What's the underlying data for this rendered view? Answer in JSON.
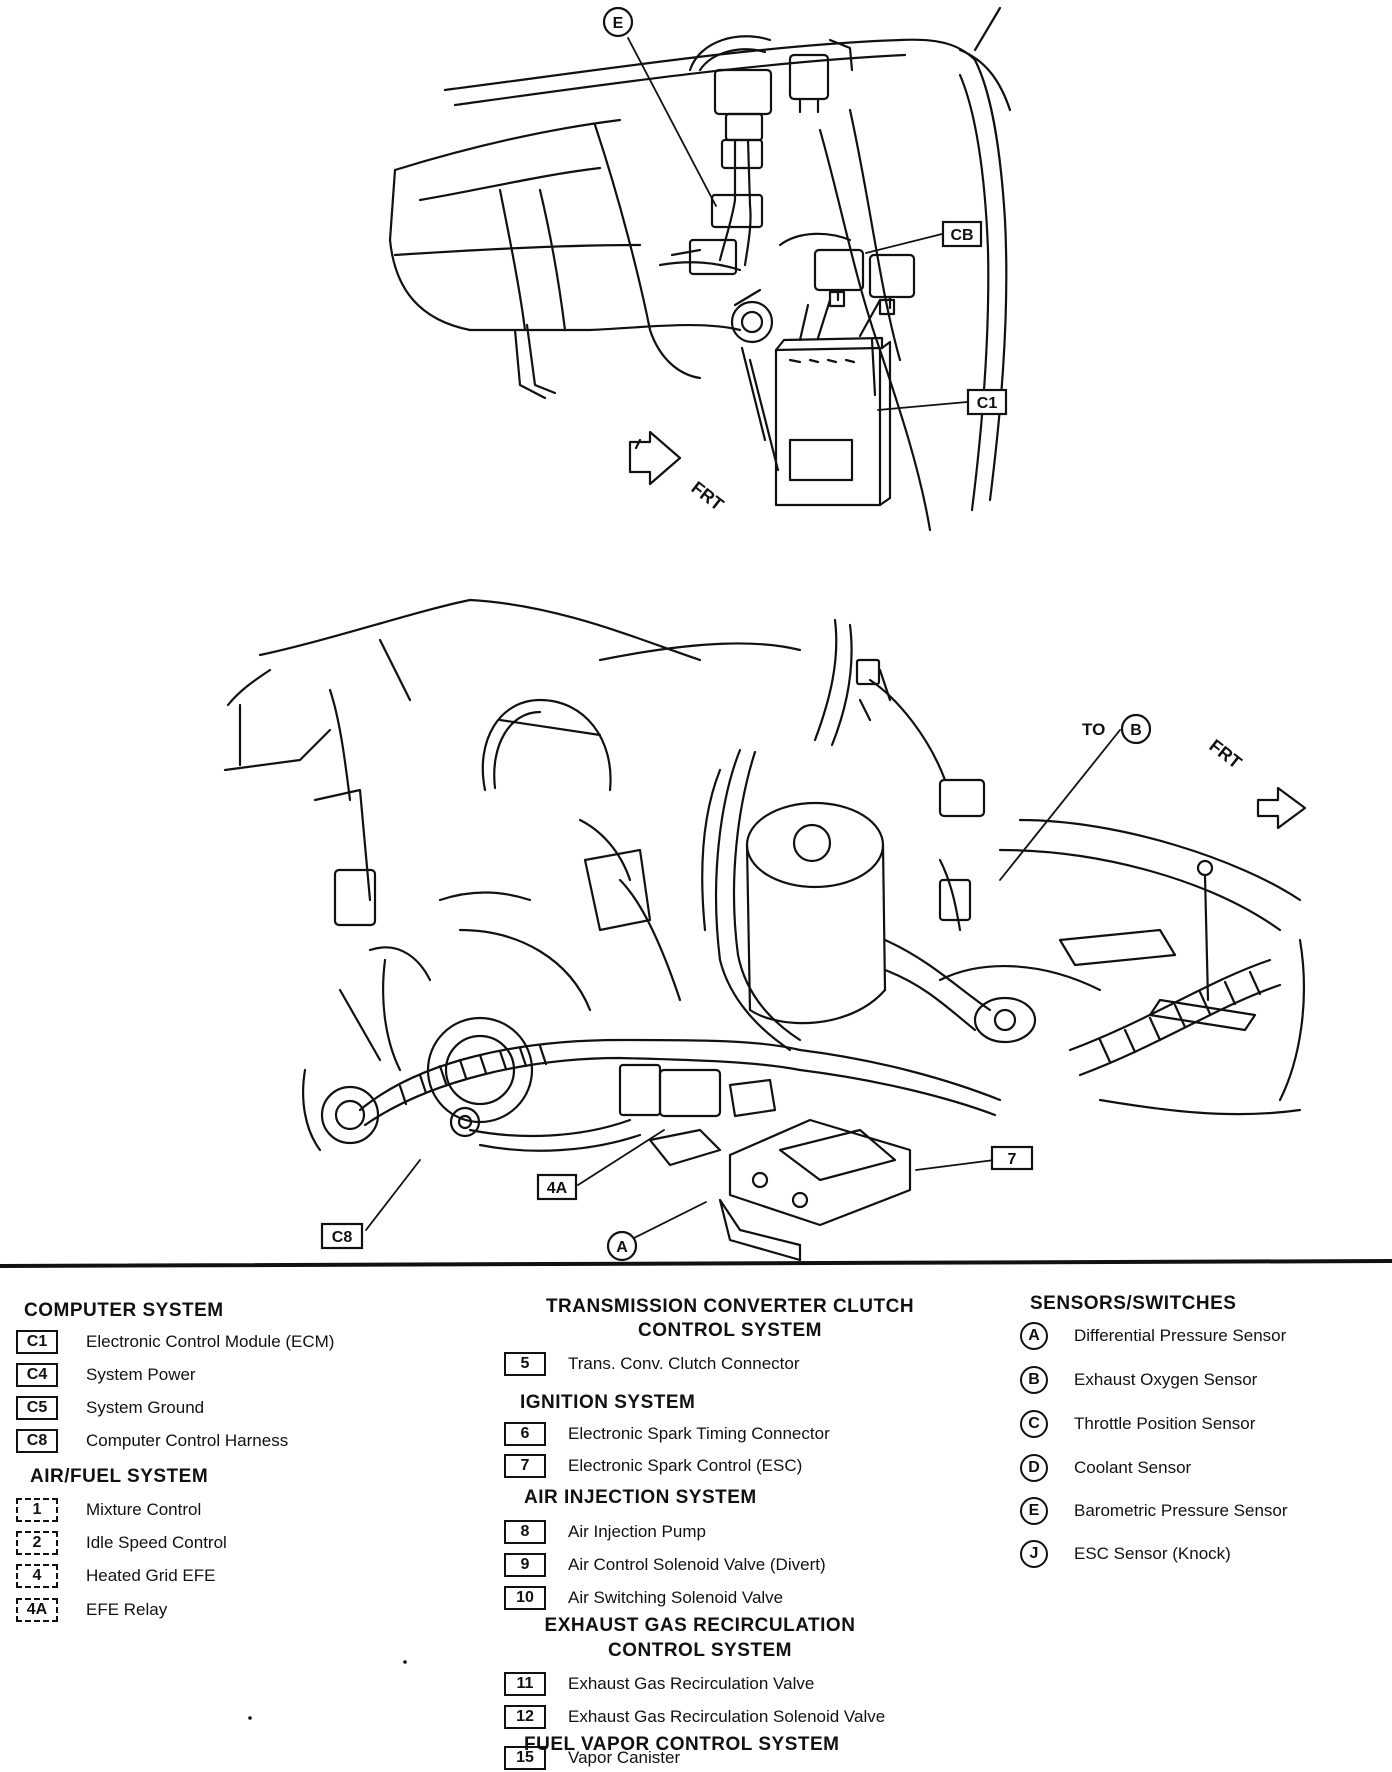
{
  "diagram": {
    "top_callouts": {
      "E": "E",
      "CB": "CB",
      "C1": "C1",
      "FRT": "FRT"
    },
    "bottom_callouts": {
      "TO": "TO",
      "B": "B",
      "FRT": "FRT",
      "7": "7",
      "4A": "4A",
      "C8": "C8",
      "A": "A"
    }
  },
  "legend": {
    "computer": {
      "title": "COMPUTER SYSTEM",
      "items": [
        {
          "code": "C1",
          "label": "Electronic Control Module (ECM)"
        },
        {
          "code": "C4",
          "label": "System Power"
        },
        {
          "code": "C5",
          "label": "System Ground"
        },
        {
          "code": "C8",
          "label": "Computer Control Harness"
        }
      ]
    },
    "airfuel": {
      "title": "AIR/FUEL SYSTEM",
      "items": [
        {
          "code": "1",
          "label": "Mixture Control"
        },
        {
          "code": "2",
          "label": "Idle Speed Control"
        },
        {
          "code": "4",
          "label": "Heated Grid EFE"
        },
        {
          "code": "4A",
          "label": "EFE Relay"
        }
      ]
    },
    "tcc": {
      "title_line1": "TRANSMISSION CONVERTER CLUTCH",
      "title_line2": "CONTROL SYSTEM",
      "items": [
        {
          "code": "5",
          "label": "Trans. Conv. Clutch Connector"
        }
      ]
    },
    "ignition": {
      "title": "IGNITION SYSTEM",
      "items": [
        {
          "code": "6",
          "label": "Electronic Spark Timing Connector"
        },
        {
          "code": "7",
          "label": "Electronic Spark Control (ESC)"
        }
      ]
    },
    "airinj": {
      "title": "AIR INJECTION SYSTEM",
      "items": [
        {
          "code": "8",
          "label": "Air Injection Pump"
        },
        {
          "code": "9",
          "label": "Air Control Solenoid Valve (Divert)"
        },
        {
          "code": "10",
          "label": "Air Switching Solenoid Valve"
        }
      ]
    },
    "egr": {
      "title_line1": "EXHAUST GAS RECIRCULATION",
      "title_line2": "CONTROL SYSTEM",
      "items": [
        {
          "code": "11",
          "label": "Exhaust Gas Recirculation Valve"
        },
        {
          "code": "12",
          "label": "Exhaust Gas Recirculation Solenoid Valve"
        }
      ]
    },
    "fuelvapor": {
      "title": "FUEL VAPOR CONTROL SYSTEM",
      "items": [
        {
          "code": "15",
          "label": "Vapor Canister"
        }
      ]
    },
    "sensors": {
      "title": "SENSORS/SWITCHES",
      "items": [
        {
          "code": "A",
          "label": "Differential Pressure Sensor"
        },
        {
          "code": "B",
          "label": "Exhaust Oxygen Sensor"
        },
        {
          "code": "C",
          "label": "Throttle Position Sensor"
        },
        {
          "code": "D",
          "label": "Coolant Sensor"
        },
        {
          "code": "E",
          "label": "Barometric Pressure Sensor"
        },
        {
          "code": "J",
          "label": "ESC Sensor (Knock)"
        }
      ]
    }
  }
}
